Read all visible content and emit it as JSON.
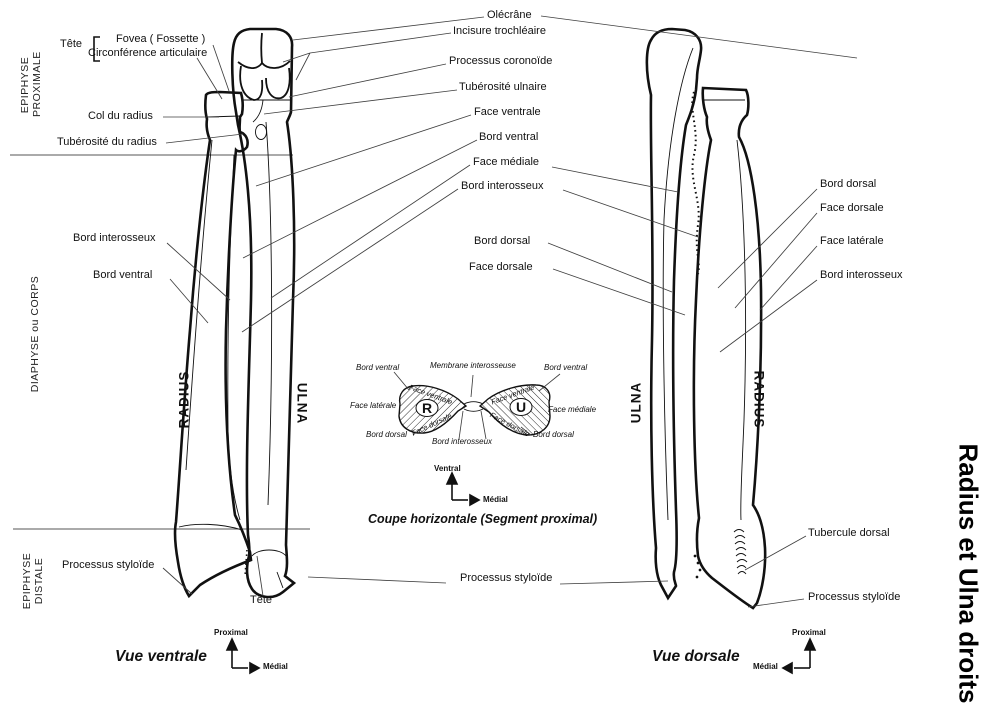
{
  "page_title": "Radius et Ulna droits",
  "regions": {
    "proximal": "EPIPHYSE\nPROXIMALE",
    "shaft": "DIAPHYSE ou CORPS",
    "distal": "EPIPHYSE\nDISTALE"
  },
  "ventral": {
    "view_label": "Vue ventrale",
    "radius_bone": "RADIUS",
    "ulna_bone": "ULNA",
    "tete_prox": "Tête",
    "fovea": "Fovea ( Fossette )",
    "circonference": "Circonférence articulaire",
    "col_radius": "Col du radius",
    "tuberosite_radius": "Tubérosité du radius",
    "bord_interosseux": "Bord interosseux",
    "bord_ventral": "Bord ventral",
    "processus_styloide": "Processus styloïde",
    "tete_dist": "Tête",
    "axis_up": "Proximal",
    "axis_side": "Médial"
  },
  "ulna_labels": {
    "olecrane": "Olécrâne",
    "incisure": "Incisure trochléaire",
    "coronoide": "Processus coronoïde",
    "tuberosite_ulnaire": "Tubérosité ulnaire",
    "face_ventrale": "Face ventrale",
    "bord_ventral": "Bord ventral",
    "face_mediale": "Face médiale",
    "bord_interosseux": "Bord interosseux",
    "bord_dorsal": "Bord dorsal",
    "face_dorsale": "Face dorsale"
  },
  "dorsal": {
    "view_label": "Vue dorsale",
    "ulna_bone": "ULNA",
    "radius_bone": "RADIUS",
    "bord_dorsal": "Bord dorsal",
    "face_dorsale": "Face dorsale",
    "face_laterale": "Face latérale",
    "bord_interosseux": "Bord interosseux",
    "tubercule_dorsal": "Tubercule dorsal",
    "processus_styloide": "Processus styloïde",
    "axis_up": "Proximal",
    "axis_side": "Médial"
  },
  "shared": {
    "processus_styloide": "Processus styloïde"
  },
  "cross_section": {
    "caption": "Coupe horizontale (Segment proximal)",
    "membrane": "Membrane interosseuse",
    "bord_ventral_left": "Bord ventral",
    "bord_ventral_right": "Bord ventral",
    "face_laterale": "Face latérale",
    "face_mediale": "Face médiale",
    "bord_dorsal_left": "Bord dorsal",
    "bord_dorsal_right": "Bord dorsal",
    "bord_interosseux": "Bord interosseux",
    "r_label": "R",
    "u_label": "U",
    "face_ventrale_r": "Face ventrale",
    "face_dorsale_r": "Face dorsale",
    "face_ventrale_u": "Face ventrale",
    "face_dorsale_u": "Face dorsale",
    "axis_up": "Ventral",
    "axis_side": "Médial"
  },
  "colors": {
    "ink": "#111111",
    "leader": "#3f3f3f",
    "background": "#ffffff"
  }
}
